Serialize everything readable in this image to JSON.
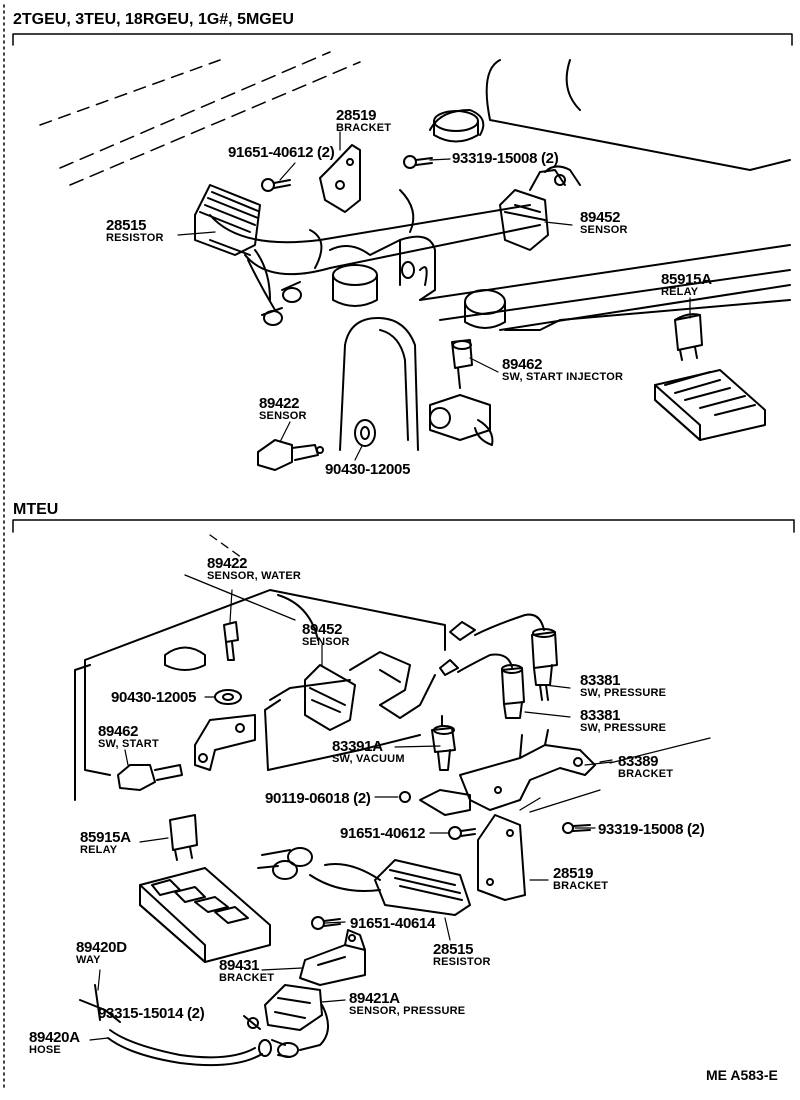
{
  "sections": {
    "top": {
      "title": "2TGEU, 3TEU, 18RGEU, 1G#, 5MGEU"
    },
    "bottom": {
      "title": "MTEU"
    }
  },
  "footer": {
    "ref": "ME  A583-E"
  },
  "top_parts": [
    {
      "id": "t-28519",
      "num": "28519",
      "desc": "BRACKET"
    },
    {
      "id": "t-91651",
      "num": "91651-40612 (2)",
      "desc": ""
    },
    {
      "id": "t-93319",
      "num": "93319-15008 (2)",
      "desc": ""
    },
    {
      "id": "t-28515",
      "num": "28515",
      "desc": "RESISTOR"
    },
    {
      "id": "t-89452",
      "num": "89452",
      "desc": "SENSOR"
    },
    {
      "id": "t-85915a",
      "num": "85915A",
      "desc": "RELAY"
    },
    {
      "id": "t-89462",
      "num": "89462",
      "desc": "SW, START INJECTOR"
    },
    {
      "id": "t-89422",
      "num": "89422",
      "desc": "SENSOR"
    },
    {
      "id": "t-90430",
      "num": "90430-12005",
      "desc": ""
    }
  ],
  "bottom_parts": [
    {
      "id": "b-89422",
      "num": "89422",
      "desc": "SENSOR, WATER"
    },
    {
      "id": "b-89452",
      "num": "89452",
      "desc": "SENSOR"
    },
    {
      "id": "b-90430",
      "num": "90430-12005",
      "desc": ""
    },
    {
      "id": "b-89462",
      "num": "89462",
      "desc": "SW, START"
    },
    {
      "id": "b-83381a",
      "num": "83381",
      "desc": "SW, PRESSURE"
    },
    {
      "id": "b-83381b",
      "num": "83381",
      "desc": "SW, PRESSURE"
    },
    {
      "id": "b-83391a",
      "num": "83391A",
      "desc": "SW, VACUUM"
    },
    {
      "id": "b-83389",
      "num": "83389",
      "desc": "BRACKET"
    },
    {
      "id": "b-90119",
      "num": "90119-06018 (2)",
      "desc": ""
    },
    {
      "id": "b-91651a",
      "num": "91651-40612",
      "desc": ""
    },
    {
      "id": "b-93319",
      "num": "93319-15008 (2)",
      "desc": ""
    },
    {
      "id": "b-85915a",
      "num": "85915A",
      "desc": "RELAY"
    },
    {
      "id": "b-28519",
      "num": "28519",
      "desc": "BRACKET"
    },
    {
      "id": "b-91651b",
      "num": "91651-40614",
      "desc": ""
    },
    {
      "id": "b-28515",
      "num": "28515",
      "desc": "RESISTOR"
    },
    {
      "id": "b-89420d",
      "num": "89420D",
      "desc": "WAY"
    },
    {
      "id": "b-89431",
      "num": "89431",
      "desc": "BRACKET"
    },
    {
      "id": "b-93315",
      "num": "93315-15014 (2)",
      "desc": ""
    },
    {
      "id": "b-89421a",
      "num": "89421A",
      "desc": "SENSOR, PRESSURE"
    },
    {
      "id": "b-89420a",
      "num": "89420A",
      "desc": "HOSE"
    }
  ]
}
